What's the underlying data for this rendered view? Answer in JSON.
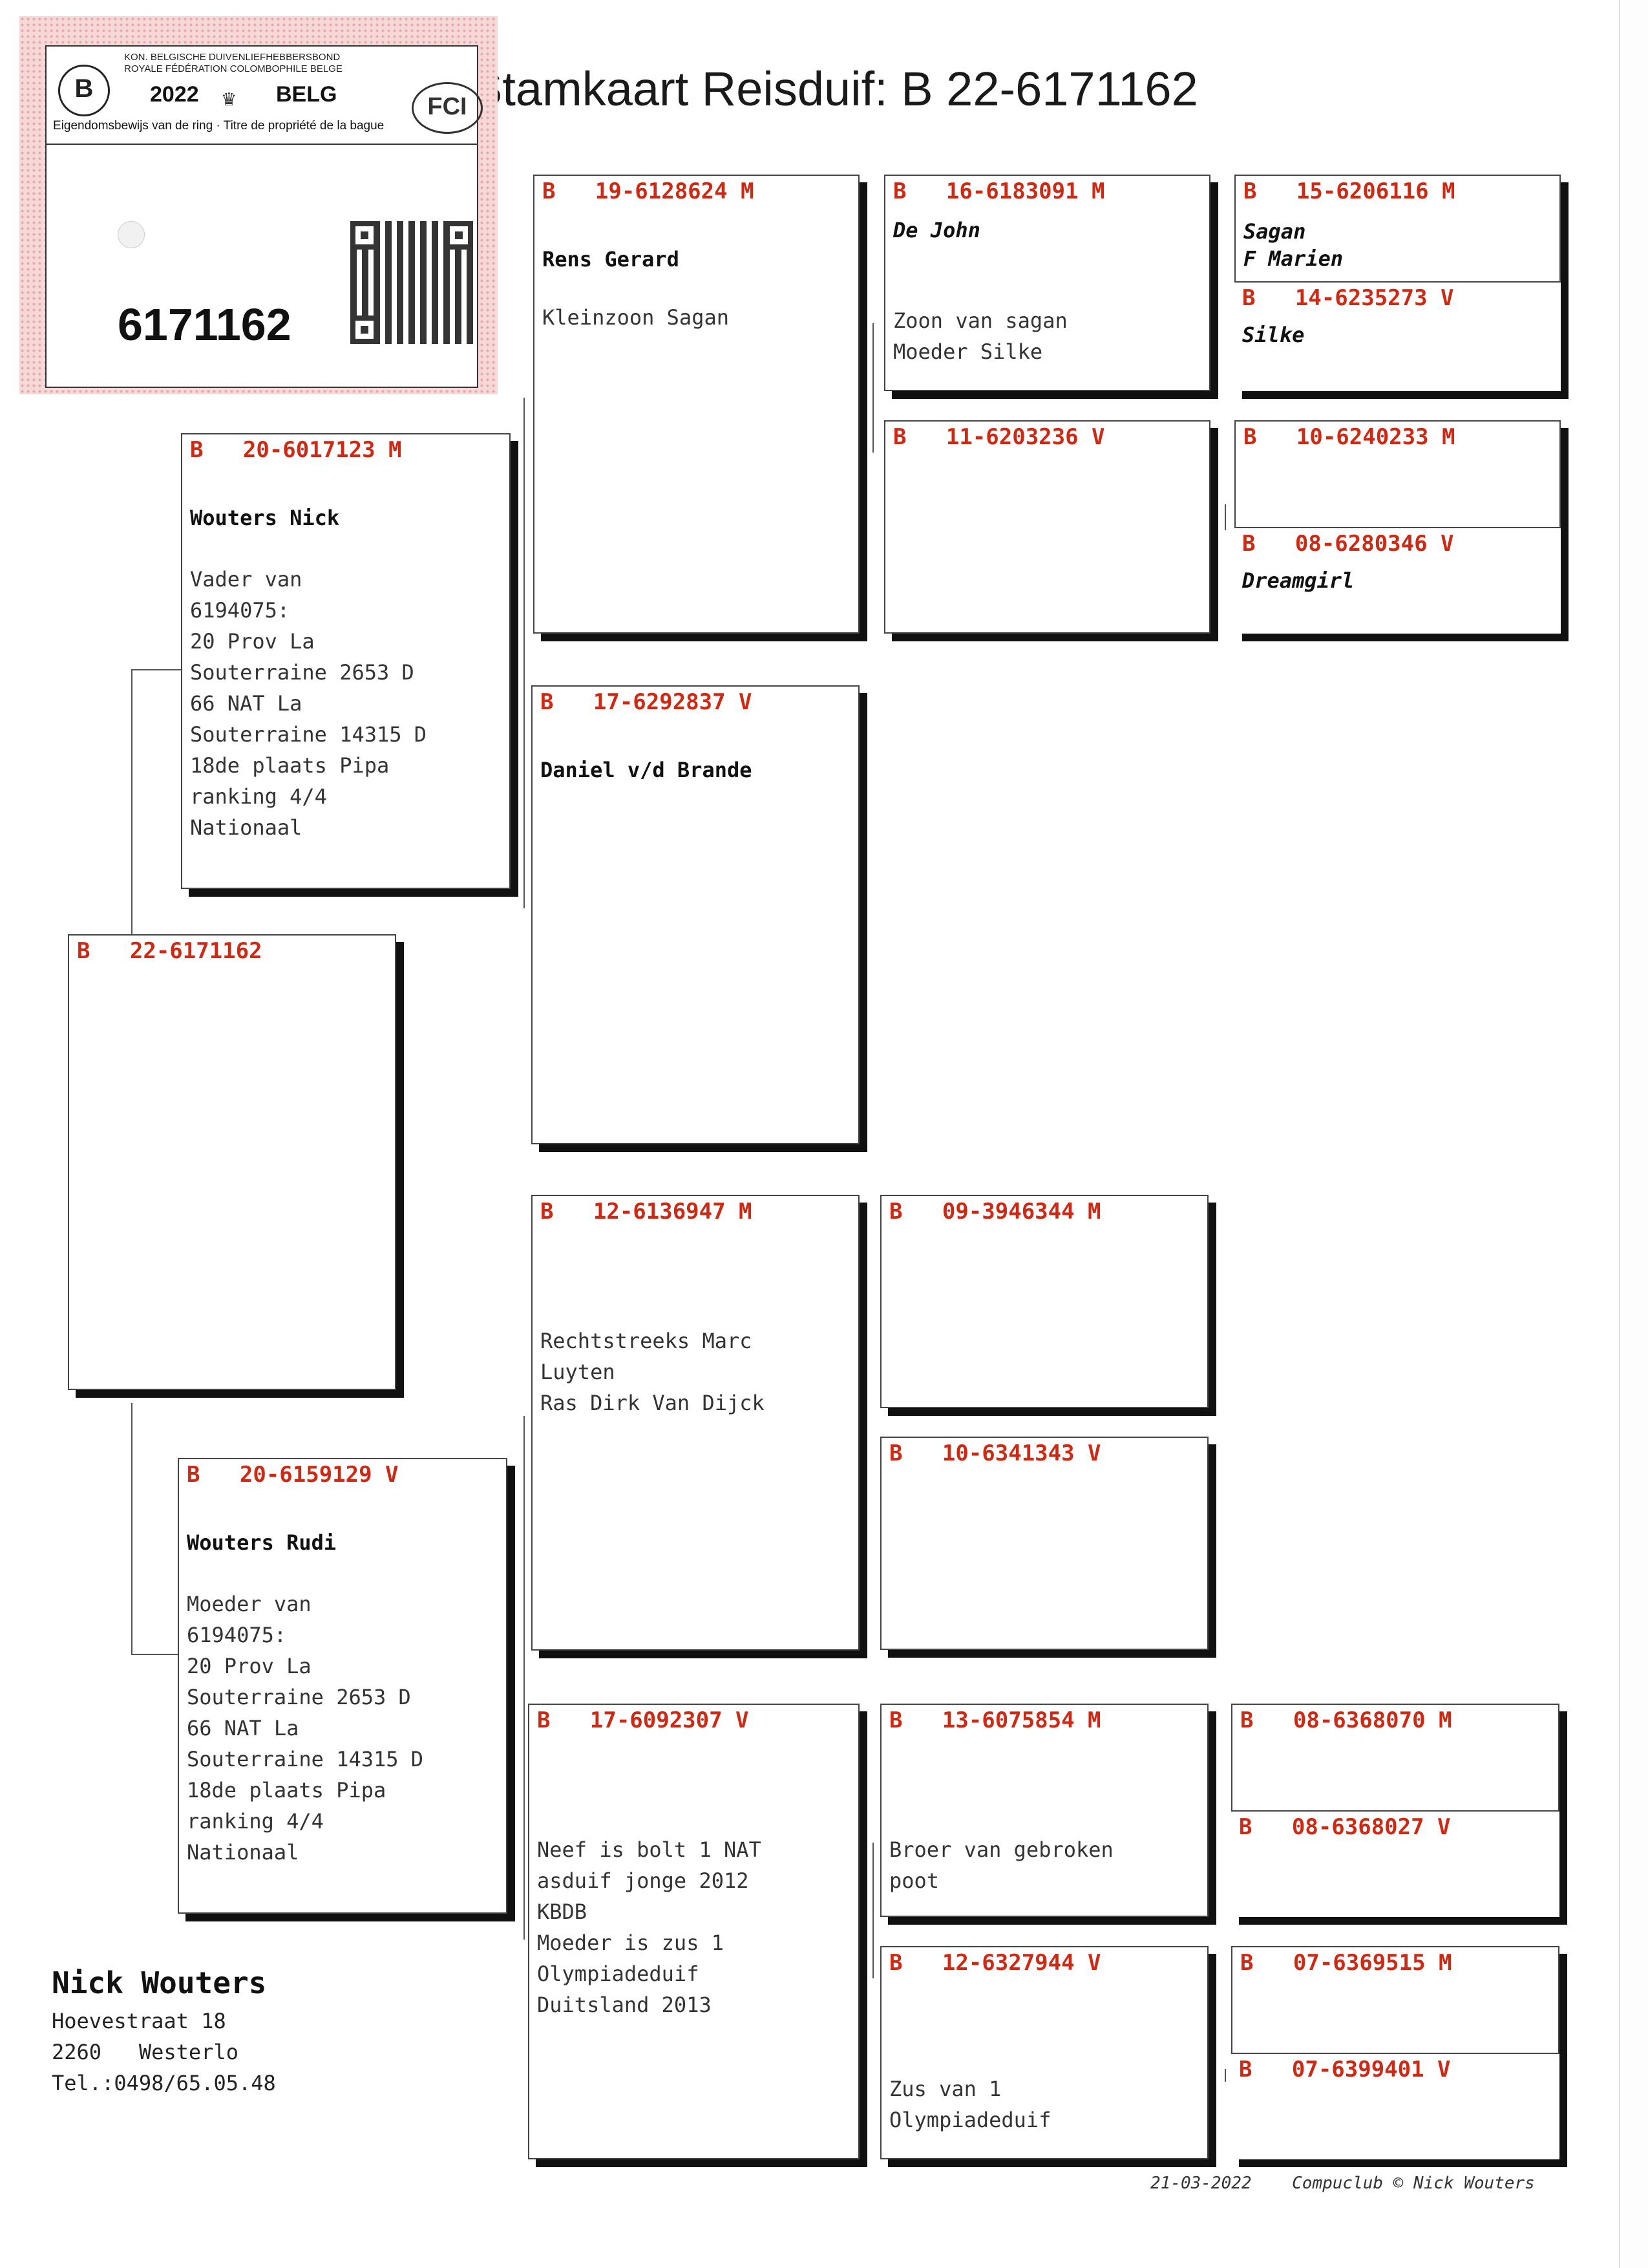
{
  "title": "Stamkaart Reisduif: B   22-6171162",
  "ring_card": {
    "org_line1": "KON. BELGISCHE DUIVENLIEFHEBBERSBOND",
    "org_line2": "ROYALE FÉDÉRATION COLOMBOPHILE BELGE",
    "year": "2022",
    "country": "BELG",
    "ownership": "Eigendomsbewijs van de ring · Titre de propriété de la bague",
    "ring_number": "6171162",
    "logo_letter": "B",
    "fci_logo": "FCI",
    "icons": [
      "kbdb-logo-icon",
      "crown-icon",
      "qr-code-icon",
      "fci-globe-icon"
    ]
  },
  "subject": {
    "header": "B   22-6171162"
  },
  "father": {
    "header": "B   20-6017123 M",
    "name": "Wouters Nick",
    "note": "Vader van\n6194075:\n20 Prov La\nSouterraine 2653 D\n66 NAT La\nSouterraine 14315 D\n18de plaats Pipa\nranking 4/4\nNationaal"
  },
  "mother": {
    "header": "B   20-6159129 V",
    "name": "Wouters Rudi",
    "note": "Moeder van\n6194075:\n20 Prov La\nSouterraine 2653 D\n66 NAT La\nSouterraine 14315 D\n18de plaats Pipa\nranking 4/4\nNationaal"
  },
  "ff": {
    "header": "B   19-6128624 M",
    "name": "Rens Gerard",
    "note": "Kleinzoon Sagan"
  },
  "fm": {
    "header": "B   17-6292837 V",
    "name": "Daniel v/d Brande"
  },
  "mf": {
    "header": "B   12-6136947 M",
    "note": "Rechtstreeks Marc\nLuyten\nRas Dirk Van Dijck"
  },
  "mm": {
    "header": "B   17-6092307 V",
    "note": "Neef is bolt 1 NAT\nasduif jonge 2012\nKBDB\nMoeder is zus 1\nOlympiadeduif\nDuitsland 2013"
  },
  "fff": {
    "header": "B   16-6183091 M",
    "name": "De John",
    "note": "Zoon van sagan\nMoeder Silke"
  },
  "ffm": {
    "header": "B   11-6203236 V"
  },
  "mff": {
    "header": "B   09-3946344 M"
  },
  "mfm": {
    "header": "B   10-6341343 V"
  },
  "mmf": {
    "header": "B   13-6075854 M",
    "note": "Broer van gebroken\npoot"
  },
  "mmm": {
    "header": "B   12-6327944 V",
    "note": "Zus van 1\nOlympiadeduif"
  },
  "ffff": {
    "header": "B   15-6206116 M",
    "name": "Sagan\nF Marien"
  },
  "fffm": {
    "header": "B   14-6235273 V",
    "name": "Silke"
  },
  "ffmf": {
    "header": "B   10-6240233 M"
  },
  "ffmm": {
    "header": "B   08-6280346 V",
    "name": "Dreamgirl"
  },
  "mmff": {
    "header": "B   08-6368070 M"
  },
  "mmfm": {
    "header": "B   08-6368027 V"
  },
  "mmmf": {
    "header": "B   07-6369515 M"
  },
  "mmmm": {
    "header": "B   07-6399401 V"
  },
  "owner": {
    "name": "Nick Wouters",
    "street": "Hoevestraat 18",
    "city": "2260   Westerlo",
    "phone": "Tel.:0498/65.05.48"
  },
  "footer": "21-03-2022    Compuclub © Nick Wouters",
  "colors": {
    "header_red": "#cc2a14",
    "shadow": "#111111"
  }
}
